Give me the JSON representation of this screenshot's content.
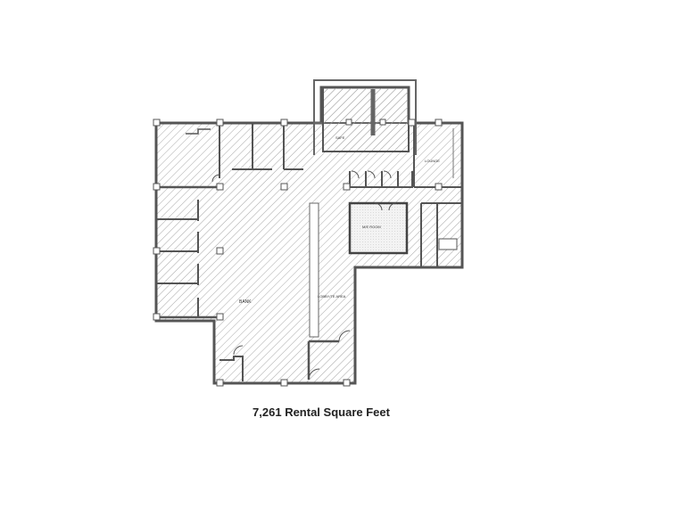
{
  "drawing": {
    "type": "floor-plan",
    "caption": "7,261 Rental Square Feet",
    "rooms": [
      {
        "id": "bank",
        "label": "BANK"
      },
      {
        "id": "safe",
        "label": "SAFE"
      },
      {
        "id": "lounge",
        "label": "LOUNGE"
      },
      {
        "id": "mech-room",
        "label": "M/E ROOM"
      },
      {
        "id": "lobby-area",
        "label": "LOBBY/TE AREA"
      }
    ],
    "colors": {
      "wall": "#555555",
      "hatch": "#9a9a9a",
      "background": "#ffffff"
    }
  }
}
